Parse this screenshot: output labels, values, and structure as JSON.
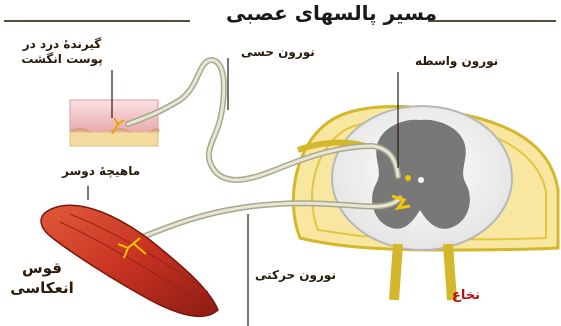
{
  "diagram": {
    "title": "مسیر پالسهای عصبی",
    "labels": {
      "receptor": "گیرندهٔ درد در پوست انگشت",
      "sensory_neuron": "نورون حسی",
      "interneuron": "نورون واسطه",
      "muscle": "ماهیچهٔ دوسر",
      "reflex_arc": "قوس انعکاسی",
      "motor_neuron": "نورون حرکتی",
      "spinal_cord": "نخاع"
    }
  },
  "colors": {
    "title_line": "#5a4c3c",
    "skin": "#f2c9cc",
    "fat_layer": "#f4dca0",
    "muscle": "#c83322",
    "nerve": "#d2d3bc",
    "cord_white": "#f0f0f0",
    "cord_gray": "#787878",
    "meninges": "#d4b72a",
    "spinal_label": "#b80e0e"
  }
}
